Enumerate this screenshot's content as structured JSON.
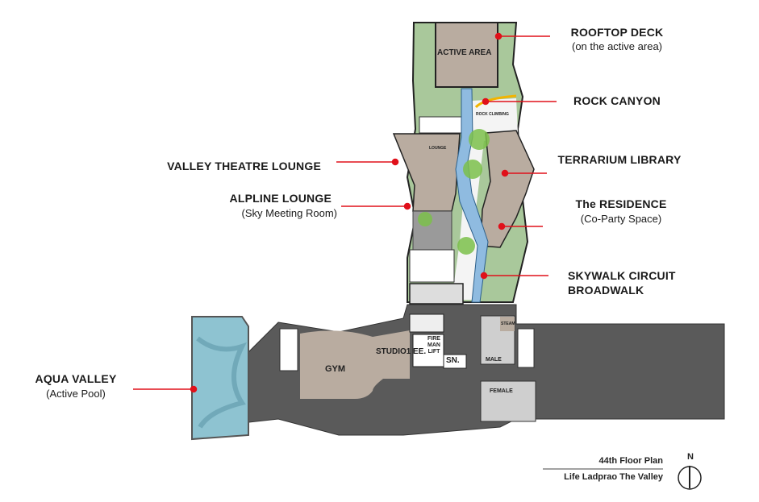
{
  "callouts": {
    "rooftop_deck": {
      "title": "ROOFTOP DECK",
      "subtitle": "(on the active area)"
    },
    "rock_canyon": {
      "title": "ROCK CANYON"
    },
    "valley_theatre_lounge": {
      "title": "VALLEY THEATRE LOUNGE"
    },
    "alpline_lounge": {
      "title": "ALPLINE LOUNGE",
      "subtitle": "(Sky Meeting Room)"
    },
    "terrarium_library": {
      "title": "TERRARIUM LIBRARY"
    },
    "the_residence": {
      "title": "The RESIDENCE",
      "subtitle": "(Co-Party Space)"
    },
    "skywalk": {
      "title_line1": "SKYWALK CIRCUIT",
      "title_line2": "BROADWALK"
    },
    "aqua_valley": {
      "title": "AQUA VALLEY",
      "subtitle": "(Active Pool)"
    }
  },
  "rooms": {
    "active_area": "ACTIVE AREA",
    "gym": "GYM",
    "studio": "STUDIO1",
    "ee": "EE.",
    "fireman_lift": "FIRE MAN LIFT",
    "sn": "SN.",
    "male": "MALE",
    "female": "FEMALE",
    "steam": "STEAM",
    "rock_climbing": "ROCK CLIMBING",
    "lounge": "LOUNGE"
  },
  "caption": {
    "line1": "44th Floor Plan",
    "line2": "Life Ladprao The Valley"
  },
  "compass": {
    "label": "N"
  },
  "colors": {
    "callout_red": "#e0101a",
    "lounge_beige": "#b9aca0",
    "garden_green": "#a9c89b",
    "water_blue": "#8fbbe0",
    "floor_gray": "#5a5a5a",
    "pool": "#8ec3d1"
  }
}
